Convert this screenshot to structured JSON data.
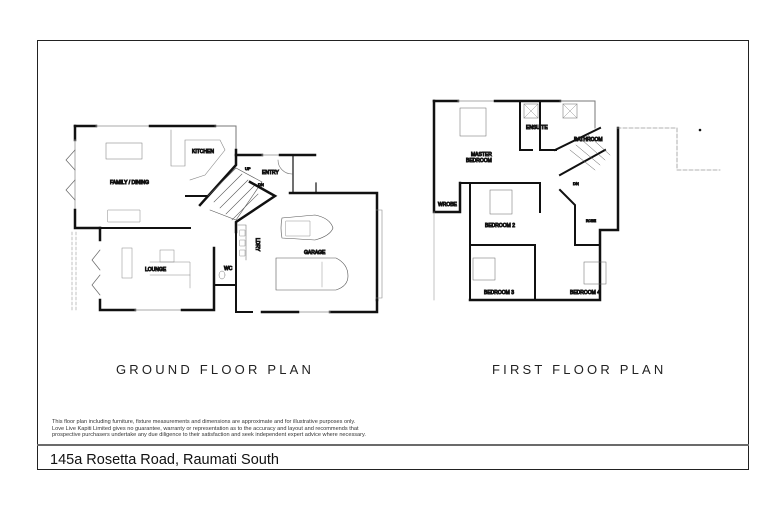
{
  "plans": {
    "ground": {
      "title": "GROUND FLOOR PLAN",
      "rooms": {
        "family_dining": "FAMILY / DINING",
        "kitchen": "KITCHEN",
        "entry": "ENTRY",
        "lounge": "LOUNGE",
        "wc": "WC",
        "ldry": "LDRY",
        "garage": "GARAGE",
        "stair_up": "UP",
        "stair_dn": "DN"
      }
    },
    "first": {
      "title": "FIRST FLOOR PLAN",
      "rooms": {
        "master": "MASTER",
        "master2": "BEDROOM",
        "ensuite": "ENSUITE",
        "bathroom": "BATHROOM",
        "wrobe": "WROBE",
        "bedroom2": "BEDROOM 2",
        "bedroom3": "BEDROOM 3",
        "bedroom4": "BEDROOM 4",
        "robe": "ROBE",
        "stair_dn": "DN"
      }
    }
  },
  "disclaimer": {
    "lines": [
      "This floor plan including furniture, fixture measurements and dimensions are approximate and for illustrative purposes only.",
      "Love Live Kapiti Limited gives no guarantee, warranty or representation as to the accuracy and layout and recommends that",
      "prospective purchasers undertake any due diligence to their satisfaction and seek independent expert advice where necessary."
    ]
  },
  "footer": {
    "address": "145a Rosetta Road, Raumati South"
  },
  "colors": {
    "wall": "#111111",
    "line": "#555555",
    "divider": "#6b6b6b"
  }
}
